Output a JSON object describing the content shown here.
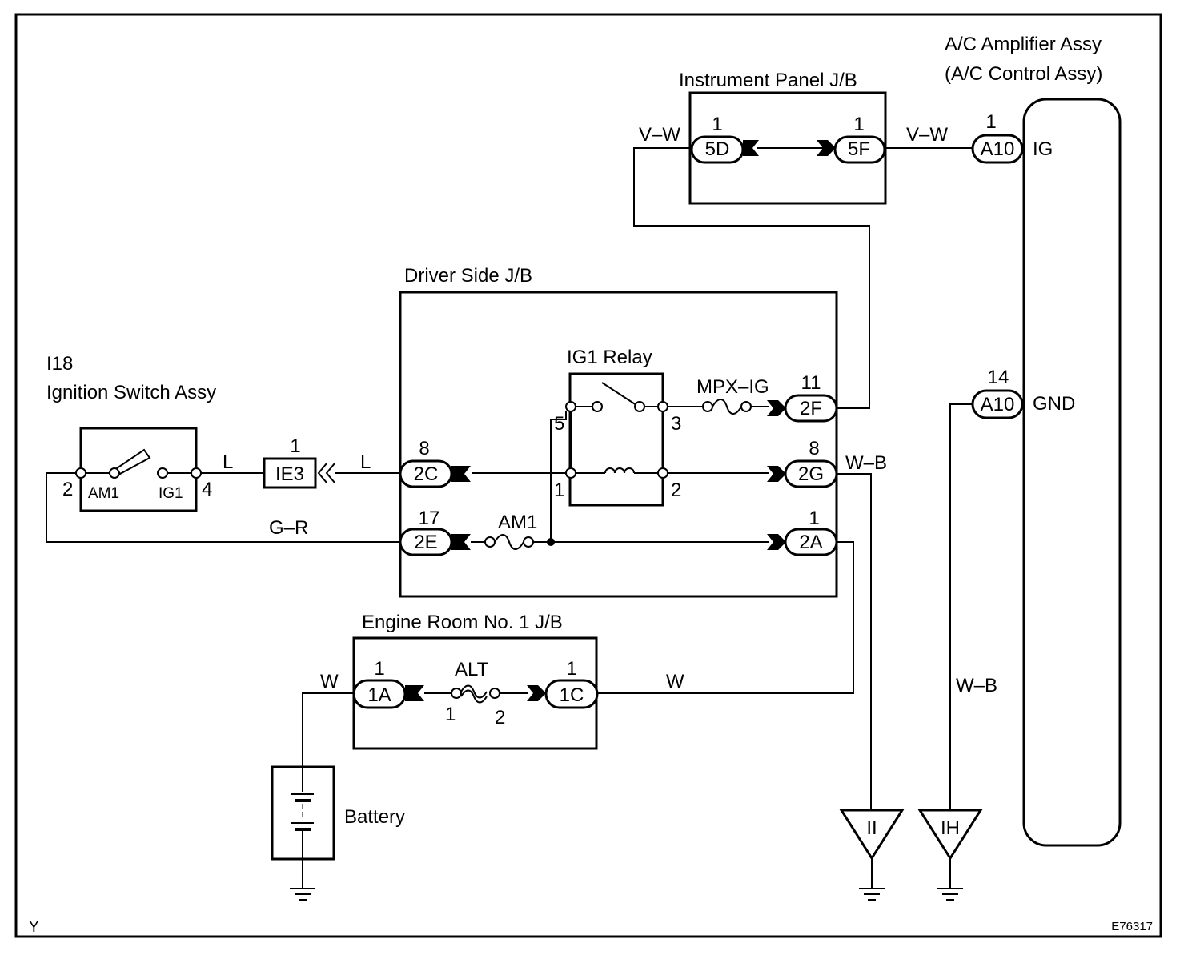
{
  "components": {
    "ac_amplifier": {
      "title_line1": "A/C Amplifier Assy",
      "title_line2": "(A/C Control Assy)"
    },
    "instrument_panel_jb": {
      "title": "Instrument Panel J/B"
    },
    "driver_side_jb": {
      "title": "Driver Side J/B"
    },
    "ig1_relay": {
      "title": "IG1 Relay"
    },
    "ignition_switch": {
      "code": "I18",
      "title": "Ignition Switch Assy",
      "am1_label": "AM1",
      "ig1_label": "IG1"
    },
    "engine_room_jb": {
      "title": "Engine Room No. 1 J/B"
    },
    "battery": {
      "label": "Battery"
    }
  },
  "connectors": {
    "c5d": {
      "id": "5D",
      "pin": "1"
    },
    "c5f": {
      "id": "5F",
      "pin": "1"
    },
    "a10_ig": {
      "id": "A10",
      "pin": "1",
      "signal": "IG"
    },
    "a10_gnd": {
      "id": "A10",
      "pin": "14",
      "signal": "GND"
    },
    "c2f": {
      "id": "2F",
      "pin": "11"
    },
    "c2g": {
      "id": "2G",
      "pin": "8"
    },
    "c2a": {
      "id": "2A",
      "pin": "1"
    },
    "c2c": {
      "id": "2C",
      "pin": "8"
    },
    "c2e": {
      "id": "2E",
      "pin": "17"
    },
    "ie3": {
      "id": "IE3",
      "pin": "1"
    },
    "c1a": {
      "id": "1A",
      "pin": "1"
    },
    "c1c": {
      "id": "1C",
      "pin": "1"
    }
  },
  "wires": {
    "vw_left": "V–W",
    "vw_right": "V–W",
    "l_left": "L",
    "l_right": "L",
    "gr": "G–R",
    "wb_2g": "W–B",
    "wb_ih": "W–B",
    "w_battery": "W",
    "w_1c": "W"
  },
  "fuses": {
    "mpx_ig": "MPX–IG",
    "am1": "AM1",
    "alt": "ALT",
    "alt_pin1": "1",
    "alt_pin2": "2"
  },
  "relay_pins": {
    "p5": "5",
    "p3": "3",
    "p1": "1",
    "p2": "2"
  },
  "switch_pins": {
    "p2": "2",
    "p4": "4"
  },
  "grounds": {
    "ii": "II",
    "ih": "IH"
  },
  "footer": {
    "left_code": "Y",
    "diagram_id": "E76317"
  }
}
